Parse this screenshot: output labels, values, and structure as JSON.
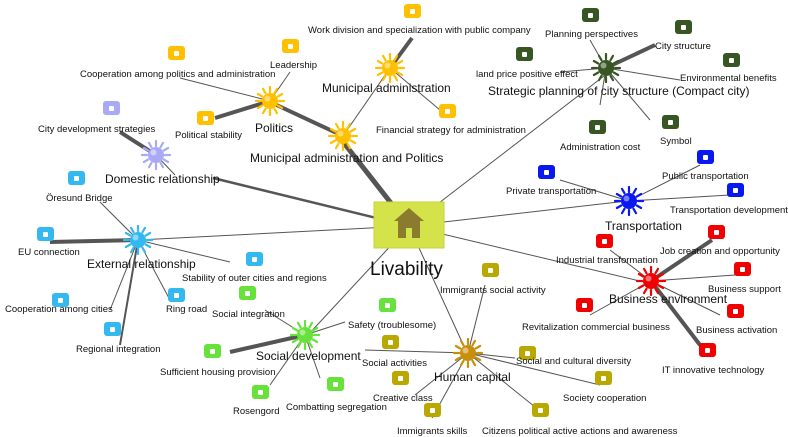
{
  "diagram": {
    "center_label": "Livability",
    "groups": [
      {
        "id": "municipal_admin_politics",
        "label": "Municipal administration and Politics",
        "color": "#FFC000",
        "children": [
          {
            "id": "politics",
            "label": "Politics",
            "color": "#FFC000",
            "children": [
              {
                "label": "Leadership"
              },
              {
                "label": "Cooperation among politics and administration"
              },
              {
                "label": "Political stability"
              }
            ]
          },
          {
            "id": "municipal_admin",
            "label": "Municipal administration",
            "color": "#FFC000",
            "children": [
              {
                "label": "Work division and specialization with public company"
              },
              {
                "label": "Financial strategy for administration"
              }
            ]
          }
        ]
      },
      {
        "id": "strategic_planning",
        "label": "Strategic planning of city structure (Compact city)",
        "color": "#375623",
        "children": [
          {
            "label": "Planning perspectives"
          },
          {
            "label": "City structure"
          },
          {
            "label": "land price positive effect"
          },
          {
            "label": "Environmental benefits"
          },
          {
            "label": "Administration cost"
          },
          {
            "label": "Symbol"
          }
        ]
      },
      {
        "id": "domestic",
        "label": "Domestic relationship",
        "color": "#A9A9F5",
        "children": [
          {
            "label": "City development strategies"
          }
        ]
      },
      {
        "id": "external",
        "label": "External relationship",
        "color": "#33B8F0",
        "children": [
          {
            "label": "Öresund Bridge"
          },
          {
            "label": "EU connection"
          },
          {
            "label": "Stability of outer cities and regions"
          },
          {
            "label": "Cooperation among cities"
          },
          {
            "label": "Ring road"
          },
          {
            "label": "Regional integration"
          }
        ]
      },
      {
        "id": "transportation",
        "label": "Transportation",
        "color": "#0A18F0",
        "children": [
          {
            "label": "Private transportation"
          },
          {
            "label": "Public transportation"
          },
          {
            "label": "Transportation development"
          }
        ]
      },
      {
        "id": "business",
        "label": "Business  environment",
        "color": "#F00000",
        "children": [
          {
            "label": "Industrial transformation"
          },
          {
            "label": "Job creation and opportunity"
          },
          {
            "label": "Business support"
          },
          {
            "label": "Revitalization commercial business"
          },
          {
            "label": "Business activation"
          },
          {
            "label": "IT innovative technology"
          }
        ]
      },
      {
        "id": "social",
        "label": "Social development",
        "color": "#66E23A",
        "children": [
          {
            "label": "Social integration"
          },
          {
            "label": "Safety (troublesome)"
          },
          {
            "label": "Sufficient housing provision"
          },
          {
            "label": "Rosengord"
          },
          {
            "label": "Combatting segregation"
          }
        ]
      },
      {
        "id": "human",
        "label": "Human capital",
        "color": "#B8A800",
        "children": [
          {
            "label": "Immigrants social activity"
          },
          {
            "label": "Social activities"
          },
          {
            "label": "Social and cultural diversity"
          },
          {
            "label": "Creative class"
          },
          {
            "label": "Society cooperation"
          },
          {
            "label": "Immigrants skills"
          },
          {
            "label": "Citizens political active actions and awareness"
          }
        ]
      }
    ]
  },
  "colors": {
    "center_box": "#D4E34A",
    "house": "#8B7B2E",
    "line": "#555555",
    "human_sun": "#C8900A"
  },
  "icons": [
    "sun-icon",
    "tag-icon",
    "house-icon"
  ]
}
